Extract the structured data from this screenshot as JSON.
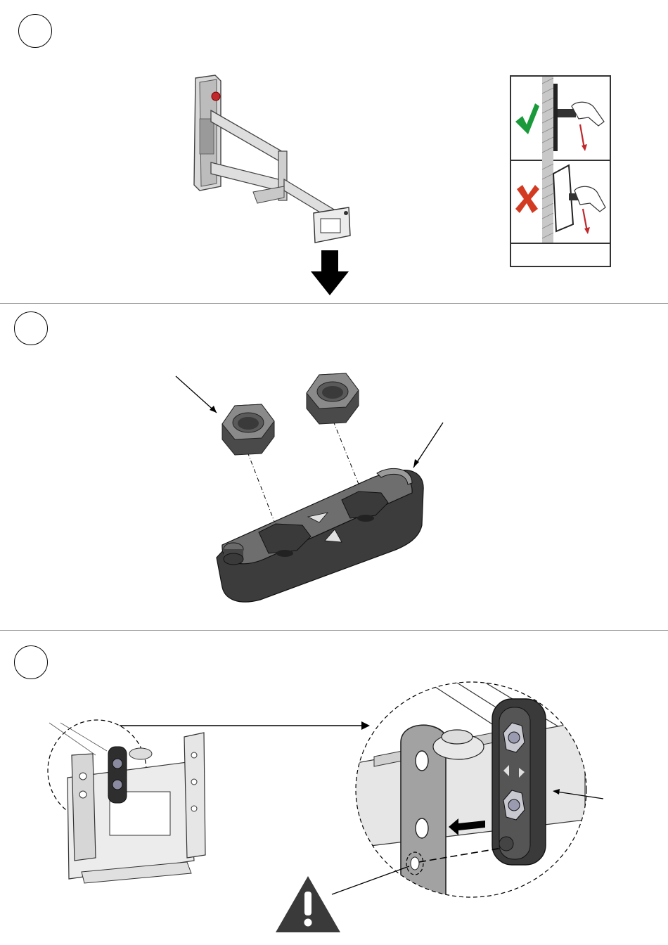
{
  "steps": [
    {
      "id": "step-1",
      "number": ""
    },
    {
      "id": "step-2",
      "number": ""
    },
    {
      "id": "step-3",
      "number": ""
    }
  ],
  "inset": {
    "correct_icon": "check-icon",
    "wrong_icon": "cross-icon",
    "correct_color": "#1a9a3a",
    "wrong_color": "#d23a22"
  },
  "warning_icon": "warning-icon",
  "colors": {
    "part_dark": "#3c3c3c",
    "part_mid": "#6e6e6e",
    "part_light": "#bdbdbd",
    "metal_light": "#e6e6e6",
    "accent_red": "#c0282c"
  }
}
